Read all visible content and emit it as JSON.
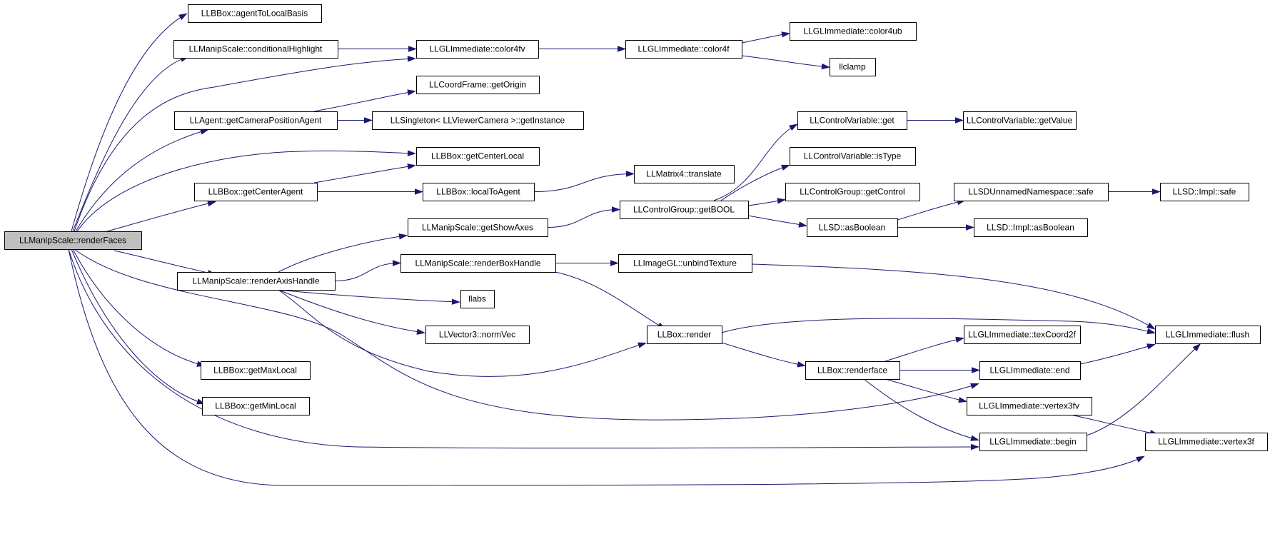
{
  "graph": {
    "nodes": [
      {
        "id": "root",
        "label": "LLManipScale::renderFaces",
        "root": true
      },
      {
        "id": "agentToLocalBasis",
        "label": "LLBBox::agentToLocalBasis"
      },
      {
        "id": "conditionalHighlight",
        "label": "LLManipScale::conditionalHighlight"
      },
      {
        "id": "color4fv",
        "label": "LLGLImmediate::color4fv"
      },
      {
        "id": "color4f",
        "label": "LLGLImmediate::color4f"
      },
      {
        "id": "color4ub",
        "label": "LLGLImmediate::color4ub"
      },
      {
        "id": "llclamp",
        "label": "llclamp"
      },
      {
        "id": "getOrigin",
        "label": "LLCoordFrame::getOrigin"
      },
      {
        "id": "getCameraPositionAgent",
        "label": "LLAgent::getCameraPositionAgent"
      },
      {
        "id": "getInstance",
        "label": "LLSingleton< LLViewerCamera >::getInstance"
      },
      {
        "id": "cvGet",
        "label": "LLControlVariable::get"
      },
      {
        "id": "cvGetValue",
        "label": "LLControlVariable::getValue"
      },
      {
        "id": "getCenterLocal",
        "label": "LLBBox::getCenterLocal"
      },
      {
        "id": "isType",
        "label": "LLControlVariable::isType"
      },
      {
        "id": "translate",
        "label": "LLMatrix4::translate"
      },
      {
        "id": "getCenterAgent",
        "label": "LLBBox::getCenterAgent"
      },
      {
        "id": "localToAgent",
        "label": "LLBBox::localToAgent"
      },
      {
        "id": "getControl",
        "label": "LLControlGroup::getControl"
      },
      {
        "id": "sdnsSafe",
        "label": "LLSDUnnamedNamespace::safe"
      },
      {
        "id": "implSafe",
        "label": "LLSD::Impl::safe"
      },
      {
        "id": "getBOOL",
        "label": "LLControlGroup::getBOOL"
      },
      {
        "id": "getShowAxes",
        "label": "LLManipScale::getShowAxes"
      },
      {
        "id": "asBoolean",
        "label": "LLSD::asBoolean"
      },
      {
        "id": "implAsBoolean",
        "label": "LLSD::Impl::asBoolean"
      },
      {
        "id": "renderBoxHandle",
        "label": "LLManipScale::renderBoxHandle"
      },
      {
        "id": "unbindTexture",
        "label": "LLImageGL::unbindTexture"
      },
      {
        "id": "renderAxisHandle",
        "label": "LLManipScale::renderAxisHandle"
      },
      {
        "id": "llabs",
        "label": "llabs"
      },
      {
        "id": "normVec",
        "label": "LLVector3::normVec"
      },
      {
        "id": "boxRender",
        "label": "LLBox::render"
      },
      {
        "id": "texCoord2f",
        "label": "LLGLImmediate::texCoord2f"
      },
      {
        "id": "flush",
        "label": "LLGLImmediate::flush"
      },
      {
        "id": "getMaxLocal",
        "label": "LLBBox::getMaxLocal"
      },
      {
        "id": "renderface",
        "label": "LLBox::renderface"
      },
      {
        "id": "glEnd",
        "label": "LLGLImmediate::end"
      },
      {
        "id": "getMinLocal",
        "label": "LLBBox::getMinLocal"
      },
      {
        "id": "vertex3fv",
        "label": "LLGLImmediate::vertex3fv"
      },
      {
        "id": "glBegin",
        "label": "LLGLImmediate::begin"
      },
      {
        "id": "vertex3f",
        "label": "LLGLImmediate::vertex3f"
      }
    ],
    "edges": [
      {
        "from": "root",
        "to": "agentToLocalBasis"
      },
      {
        "from": "root",
        "to": "conditionalHighlight"
      },
      {
        "from": "root",
        "to": "color4fv"
      },
      {
        "from": "root",
        "to": "getCameraPositionAgent"
      },
      {
        "from": "root",
        "to": "getCenterLocal"
      },
      {
        "from": "root",
        "to": "getCenterAgent"
      },
      {
        "from": "root",
        "to": "renderAxisHandle"
      },
      {
        "from": "root",
        "to": "getMaxLocal"
      },
      {
        "from": "root",
        "to": "getMinLocal"
      },
      {
        "from": "root",
        "to": "glEnd"
      },
      {
        "from": "root",
        "to": "glBegin"
      },
      {
        "from": "root",
        "to": "vertex3f"
      },
      {
        "from": "conditionalHighlight",
        "to": "color4fv"
      },
      {
        "from": "color4fv",
        "to": "color4f"
      },
      {
        "from": "color4f",
        "to": "color4ub"
      },
      {
        "from": "color4f",
        "to": "llclamp"
      },
      {
        "from": "getCameraPositionAgent",
        "to": "getOrigin"
      },
      {
        "from": "getCameraPositionAgent",
        "to": "getInstance"
      },
      {
        "from": "getCenterAgent",
        "to": "getCenterLocal"
      },
      {
        "from": "getCenterAgent",
        "to": "localToAgent"
      },
      {
        "from": "localToAgent",
        "to": "translate"
      },
      {
        "from": "renderAxisHandle",
        "to": "getShowAxes"
      },
      {
        "from": "renderAxisHandle",
        "to": "renderBoxHandle"
      },
      {
        "from": "renderAxisHandle",
        "to": "llabs"
      },
      {
        "from": "renderAxisHandle",
        "to": "normVec"
      },
      {
        "from": "renderAxisHandle",
        "to": "boxRender"
      },
      {
        "from": "getShowAxes",
        "to": "getBOOL"
      },
      {
        "from": "getBOOL",
        "to": "cvGet"
      },
      {
        "from": "getBOOL",
        "to": "isType"
      },
      {
        "from": "getBOOL",
        "to": "getControl"
      },
      {
        "from": "getBOOL",
        "to": "asBoolean"
      },
      {
        "from": "cvGet",
        "to": "cvGetValue"
      },
      {
        "from": "asBoolean",
        "to": "sdnsSafe"
      },
      {
        "from": "asBoolean",
        "to": "implAsBoolean"
      },
      {
        "from": "sdnsSafe",
        "to": "implSafe"
      },
      {
        "from": "renderBoxHandle",
        "to": "unbindTexture"
      },
      {
        "from": "renderBoxHandle",
        "to": "boxRender"
      },
      {
        "from": "unbindTexture",
        "to": "flush"
      },
      {
        "from": "boxRender",
        "to": "flush"
      },
      {
        "from": "boxRender",
        "to": "renderface"
      },
      {
        "from": "renderface",
        "to": "texCoord2f"
      },
      {
        "from": "renderface",
        "to": "glEnd"
      },
      {
        "from": "renderface",
        "to": "vertex3fv"
      },
      {
        "from": "renderface",
        "to": "glBegin"
      },
      {
        "from": "glEnd",
        "to": "flush"
      },
      {
        "from": "glBegin",
        "to": "flush"
      },
      {
        "from": "vertex3fv",
        "to": "vertex3f"
      }
    ]
  },
  "colors": {
    "edge": "#191970",
    "node_fill": "#ffffff",
    "root_fill": "#bfbfbf",
    "border": "#000000"
  }
}
